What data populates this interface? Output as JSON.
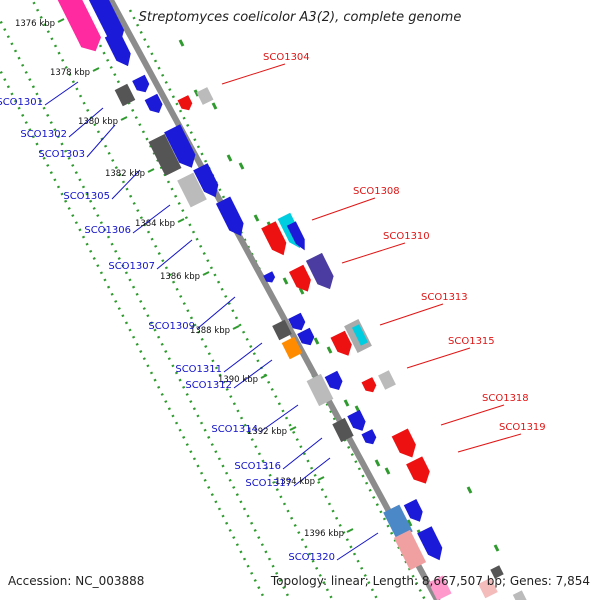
{
  "title": "Streptomyces coelicolor A3(2), complete genome",
  "footer": {
    "accession": "Accession: NC_003888",
    "topology": "Topology: linear; Length: 8,667,507 bp; Genes: 7,854"
  },
  "colors": {
    "backbone": "#8c8c8c",
    "ruler": "#2f9b2f",
    "label_left": "#1212c8",
    "label_right": "#e01515"
  },
  "ruler": [
    {
      "kbp": 1376,
      "label": "1376 kbp"
    },
    {
      "kbp": 1378,
      "label": "1378 kbp"
    },
    {
      "kbp": 1380,
      "label": "1380 kbp"
    },
    {
      "kbp": 1382,
      "label": "1382 kbp"
    },
    {
      "kbp": 1384,
      "label": "1384 kbp"
    },
    {
      "kbp": 1386,
      "label": "1386 kbp"
    },
    {
      "kbp": 1388,
      "label": "1388 kbp"
    },
    {
      "kbp": 1390,
      "label": "1390 kbp"
    },
    {
      "kbp": 1392,
      "label": "1392 kbp"
    },
    {
      "kbp": 1394,
      "label": "1394 kbp"
    },
    {
      "kbp": 1396,
      "label": "1396 kbp"
    }
  ],
  "gene_labels": [
    {
      "name": "SCO1301",
      "side": "left"
    },
    {
      "name": "SCO1302",
      "side": "left"
    },
    {
      "name": "SCO1303",
      "side": "left"
    },
    {
      "name": "SCO1305",
      "side": "left"
    },
    {
      "name": "SCO1306",
      "side": "left"
    },
    {
      "name": "SCO1307",
      "side": "left"
    },
    {
      "name": "SCO1309",
      "side": "left"
    },
    {
      "name": "SCO1311",
      "side": "left"
    },
    {
      "name": "SCO1312",
      "side": "left"
    },
    {
      "name": "SCO1314",
      "side": "left"
    },
    {
      "name": "SCO1316",
      "side": "left"
    },
    {
      "name": "SCO1317",
      "side": "left"
    },
    {
      "name": "SCO1320",
      "side": "left"
    },
    {
      "name": "SCO1304",
      "side": "right"
    },
    {
      "name": "SCO1308",
      "side": "right"
    },
    {
      "name": "SCO1310",
      "side": "right"
    },
    {
      "name": "SCO1313",
      "side": "right"
    },
    {
      "name": "SCO1315",
      "side": "right"
    },
    {
      "name": "SCO1318",
      "side": "right"
    },
    {
      "name": "SCO1319",
      "side": "right"
    }
  ]
}
